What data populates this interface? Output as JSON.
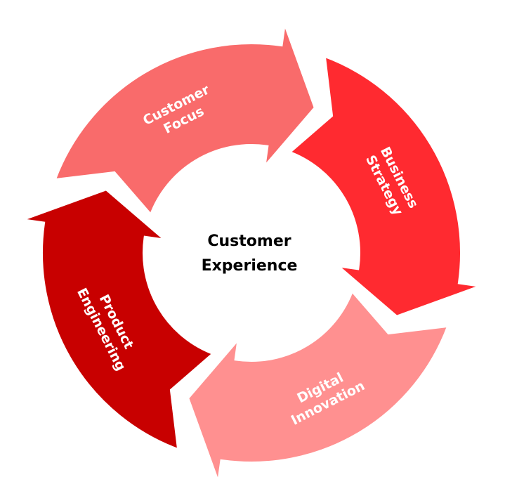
{
  "diagram": {
    "type": "cycle",
    "center": {
      "line1": "Customer",
      "line2": "Experience"
    },
    "segments": [
      {
        "id": "customer-focus",
        "line1": "Customer",
        "line2": "Focus",
        "color": "#f96b6b"
      },
      {
        "id": "business-strategy",
        "line1": "Business",
        "line2": "Strategy",
        "color": "#ff2a30"
      },
      {
        "id": "digital-innovation",
        "line1": "Digital",
        "line2": "Innovation",
        "color": "#ff9090"
      },
      {
        "id": "product-engineering",
        "line1": "Product",
        "line2": "Engineering",
        "color": "#c80000"
      }
    ],
    "direction": "clockwise"
  }
}
